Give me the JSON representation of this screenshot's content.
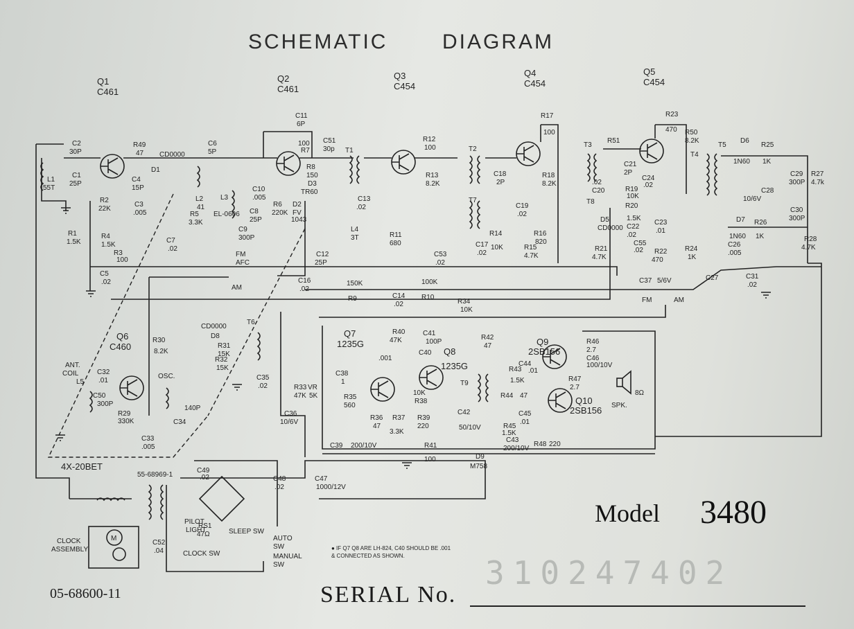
{
  "title": {
    "left": "SCHEMATIC",
    "right": "DIAGRAM"
  },
  "model": {
    "label": "Model",
    "number": "3480"
  },
  "serial": {
    "label": "SERIAL No.",
    "stamp": "310247402"
  },
  "part_number": "05-68600-11",
  "footnote": [
    "● IF Q7 Q8 ARE LH-824, C40 SHOULD BE .001",
    "& CONNECTED AS SHOWN."
  ],
  "transistors": [
    {
      "ref": "Q1",
      "type": "C461"
    },
    {
      "ref": "Q2",
      "type": "C461"
    },
    {
      "ref": "Q3",
      "type": "C454"
    },
    {
      "ref": "Q4",
      "type": "C454"
    },
    {
      "ref": "Q5",
      "type": "C454"
    },
    {
      "ref": "Q6",
      "type": "C460"
    },
    {
      "ref": "Q7",
      "type": "1235G"
    },
    {
      "ref": "Q8",
      "type": "1235G"
    },
    {
      "ref": "Q9",
      "type": "2SB156"
    },
    {
      "ref": "Q10",
      "type": "2SB156"
    }
  ],
  "labels": {
    "c2": "C2",
    "c2v": "30P",
    "c1": "C1",
    "c1v": "25P",
    "l1": "L1",
    "l1v": "55T",
    "r49": "R49",
    "r49v": "47",
    "cd1": "CD0000",
    "d1": "D1",
    "c4": "C4",
    "c4v": "15P",
    "r2": "R2",
    "r2v": "22K",
    "c3": "C3",
    "c3v": ".005",
    "l2": "L2",
    "l2v": "41",
    "r5": "R5",
    "r5v": "3.3K",
    "l3": "L3",
    "el": "EL-0606",
    "c6": "C6",
    "c6v": "5P",
    "c10": "C10",
    "c10v": ".005",
    "c8": "C8",
    "c8v": "25P",
    "c9": "C9",
    "c9v": "300P",
    "r6": "R6",
    "r6v": "220K",
    "d2": "D2",
    "fv": "FV",
    "fvv": "1043",
    "c11": "C11",
    "c11v": "6P",
    "r7": "R7",
    "r7v": "100",
    "r8": "R8",
    "r8v": "150",
    "d3": "D3",
    "tr60": "TR60",
    "c51": "C51",
    "c51v": "30p",
    "t1": "T1",
    "c13": "C13",
    "c13v": ".02",
    "l4": "L4",
    "l4v": "3T",
    "c12": "C12",
    "c12v": "25P",
    "r11": "R11",
    "r11v": "680",
    "r12": "R12",
    "r12v": "100",
    "t2": "T2",
    "r13": "R13",
    "r13v": "8.2K",
    "t7": "T7",
    "c53": "C53",
    "c53v": ".02",
    "c17": "C17",
    "c17v": ".02",
    "r14": "R14",
    "r14v": "10K",
    "r15": "R15",
    "r15v": "4.7K",
    "r16": "R16",
    "r16v": "820",
    "r17": "R17",
    "r17v": "100",
    "c18": "C18",
    "c18v": "2P",
    "r18": "R18",
    "r18v": "8.2K",
    "c19": "C19",
    "c19v": ".02",
    "t3": "T3",
    "r51": "R51",
    "c20": "C20",
    "c20v": ".02",
    "c21": "C21",
    "c21v": "2P",
    "t8": "T8",
    "r19": "R19",
    "r19v": "10K",
    "d5": "D5",
    "cd": "CD0000",
    "r20": "R20",
    "r20v": "1.5K",
    "c22": "C22",
    "c22v": ".02",
    "c55": "C55",
    "c55v": ".02",
    "r21": "R21",
    "r21v": "4.7K",
    "r22": "R22",
    "r22v": "470",
    "c23": "C23",
    "c23v": ".01",
    "r23": "R23",
    "r23v": "470",
    "c24": "C24",
    "c24v": ".02",
    "r50": "R50",
    "r50v": "8.2K",
    "t4": "T4",
    "t5": "T5",
    "d6": "D6",
    "d6v": "1N60",
    "r25": "R25",
    "r25v": "1K",
    "c29": "C29",
    "c29v": "300P",
    "r27": "R27",
    "r27v": "4.7k",
    "c28": "C28",
    "c28v": "10/6V",
    "c30": "C30",
    "c30v": "300P",
    "d7": "D7",
    "d7v": "1N60",
    "r26": "R26",
    "r26v": "1K",
    "r28": "R28",
    "r28v": "4.7K",
    "r24": "R24",
    "r24v": "1K",
    "c26": "C26",
    "c26v": ".005",
    "c27": "C27",
    "c31": "C31",
    "c31v": ".02",
    "c37": "C37",
    "c37v": "5/6V",
    "fm": "FM",
    "am": "AM",
    "r1": "R1",
    "r1v": "1.5K",
    "r4": "R4",
    "r4v": "1.5K",
    "r3": "R3",
    "r3v": "100",
    "c5": "C5",
    "c5v": ".02",
    "c7": "C7",
    "c7v": ".02",
    "fmafc": "FM",
    "afc": "AFC",
    "am2": "AM",
    "c16": "C16",
    "c16v": ".02",
    "r9": "R9",
    "r9v": "150K",
    "c14": "C14",
    "c14v": ".02",
    "r10": "R10",
    "r10v": "100K",
    "r34": "R34",
    "r34v": "10K",
    "r30": "R30",
    "r30v": "8.2K",
    "cd2": "CD0000",
    "d8": "D8",
    "r31": "R31",
    "r31v": "15K",
    "r32": "R32",
    "r32v": "15K",
    "t6": "T6",
    "c35": "C35",
    "c35v": ".02",
    "r33": "R33",
    "r33v": "47K",
    "vr": "VR",
    "vrv": "5K",
    "c36": "C36",
    "c36v": "10/6V",
    "ant": "ANT.",
    "coil": "COIL",
    "l5": "L5",
    "c32": "C32",
    "c32v": ".01",
    "c50": "C50",
    "c50v": "300P",
    "r29": "R29",
    "r29v": "330K",
    "osc": "OSC.",
    "c33": "C33",
    "c33v": ".005",
    "c34": "C34",
    "c34v": "140P",
    "bet": "4X-20BET",
    "c38": "C38",
    "c38v": "1",
    "r35": "R35",
    "r35v": "560",
    "c40": "C40",
    "c40v": ".001",
    "r40": "R40",
    "r40v": "47K",
    "c41": "C41",
    "c41v": "100P",
    "r36": "R36",
    "r36v": "47",
    "r37": "R37",
    "r37v": "3.3K",
    "r38": "R38",
    "r38v": "10K",
    "r39": "R39",
    "r39v": "220",
    "c42": "C42",
    "c42v": "50/10V",
    "r41": "R41",
    "r41v": "100",
    "c39": "C39",
    "c39v": "200/10V",
    "r42": "R42",
    "r42v": "47",
    "t9": "T9",
    "r43": "R43",
    "r43v": "1.5K",
    "c44": "C44",
    "c44v": ".01",
    "r44": "R44",
    "r44v": "47",
    "r45": "R45",
    "r45v": "1.5K",
    "c45": "C45",
    "c45v": ".01",
    "d9": "D9",
    "d9v": "M758",
    "c43": "C43",
    "c43v": "200/10V",
    "r48": "R48",
    "r48v": "220",
    "r46": "R46",
    "r46v": "2.7",
    "c46": "C46",
    "c46v": "100/10V",
    "r47": "R47",
    "r47v": "2.7",
    "spk": "SPK.",
    "ohm": "8Ω",
    "xfmr": "55-68969-1",
    "c49": "C49",
    "c49v": ".02",
    "c48": "C48",
    "c48v": ".02",
    "c47": "C47",
    "c47v": "1000/12V",
    "pilot": "PILOT",
    "light": "LIGHT",
    "rs1": "RS1",
    "rs1v": "47Ω",
    "sleep": "SLEEP SW",
    "auto": "AUTO",
    "autosw": "SW",
    "manual": "MANUAL",
    "manualsw": "SW",
    "clocksw": "CLOCK SW",
    "clock": "CLOCK",
    "assembly": "ASSEMBLY",
    "c52": "C52",
    "c52v": ".04",
    "m": "M"
  }
}
